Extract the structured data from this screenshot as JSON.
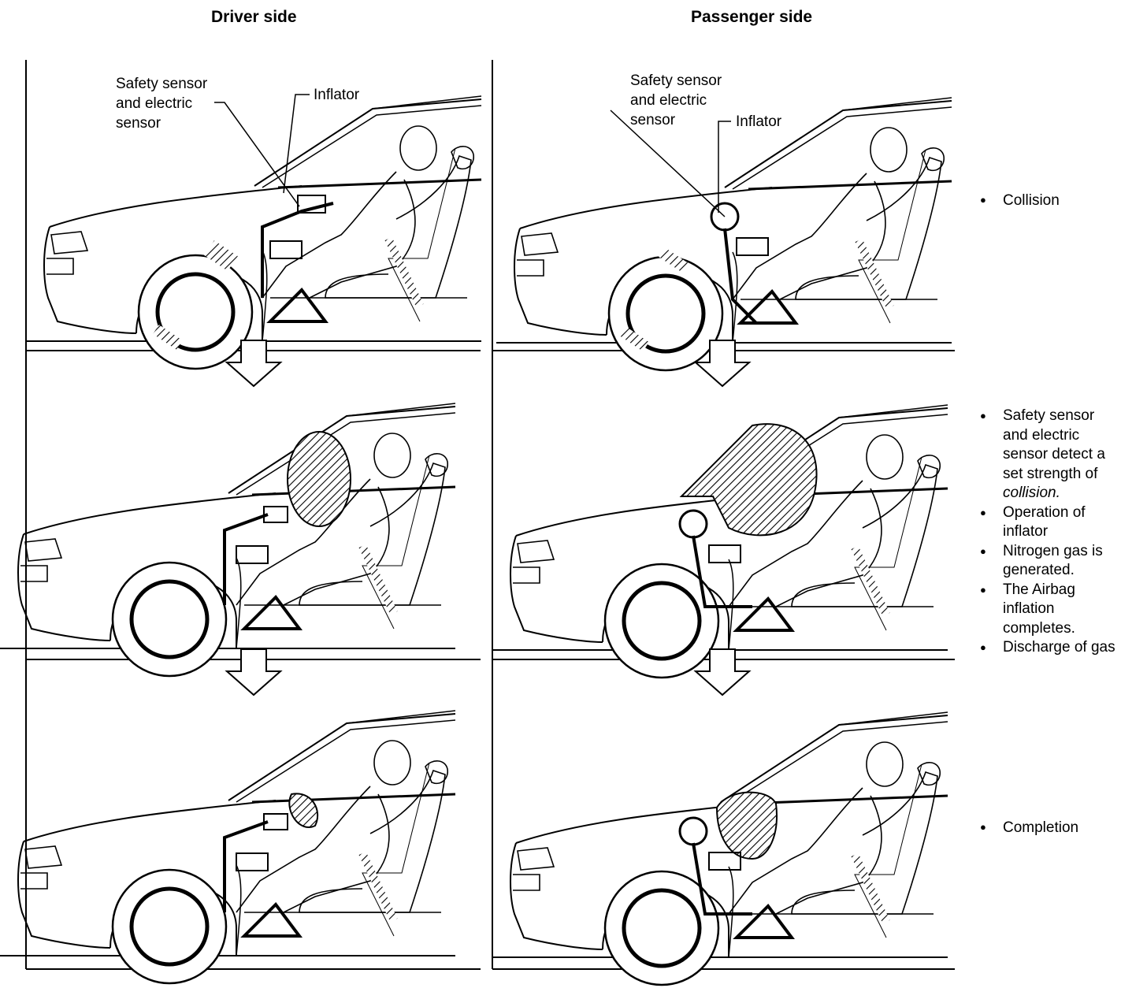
{
  "columns": {
    "driver": "Driver side",
    "passenger": "Passenger side"
  },
  "labels": {
    "driver_sensor": [
      "Safety sensor",
      "and electric",
      "sensor"
    ],
    "driver_inflator": "Inflator",
    "passenger_sensor": [
      "Safety sensor",
      "and electric",
      "sensor"
    ],
    "passenger_inflator": "Inflator"
  },
  "steps": {
    "collision": "Collision",
    "middle": [
      [
        "Safety sensor",
        "and electric",
        "sensor detect a",
        "set strength of",
        "collision."
      ],
      [
        "Operation of",
        "inflator"
      ],
      [
        "Nitrogen gas is",
        "generated."
      ],
      [
        "The Airbag",
        "inflation",
        "completes."
      ],
      [
        "Discharge of gas"
      ]
    ],
    "completion": "Completion"
  },
  "icons": {
    "arrow": "down-arrow-icon",
    "bullet": "bullet-icon"
  }
}
